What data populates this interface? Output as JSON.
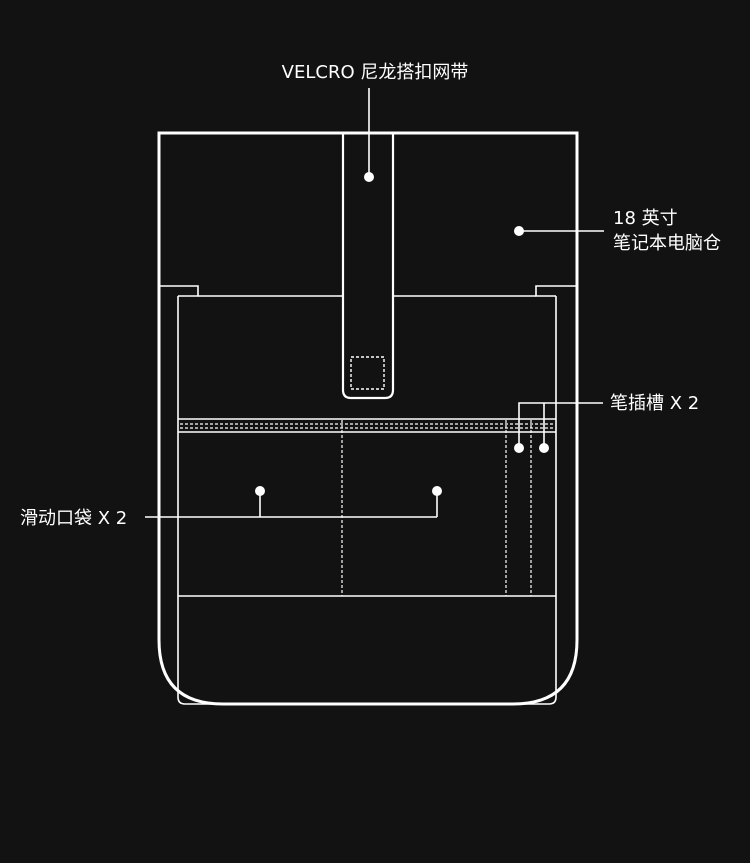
{
  "colors": {
    "background": "#121212",
    "line": "#ffffff",
    "text": "#ffffff"
  },
  "callouts": {
    "velcro_strap": "VELCRO 尼龙搭扣网带",
    "laptop_line1": "18 英寸",
    "laptop_line2": "笔记本电脑仓",
    "pen_slots": "笔插槽 X 2",
    "slide_pockets": "滑动口袋 X 2"
  }
}
